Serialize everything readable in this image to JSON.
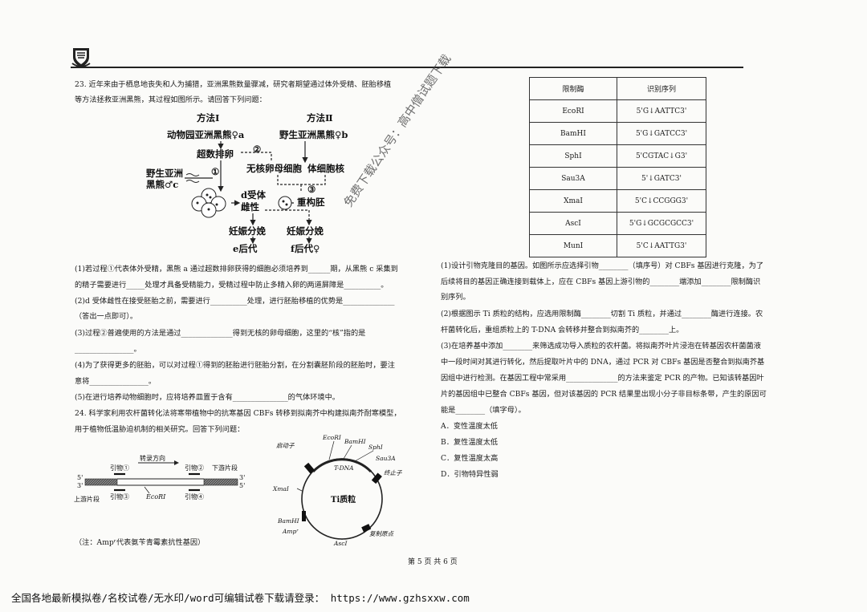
{
  "q23": {
    "stem1": "23. 近年来由于栖息地丧失和人为捕猎，亚洲黑熊数量骤减，研究者期望通过体外受精、胚胎移植",
    "stem2": "等方法拯救亚洲黑熊，其过程如图所示。请回答下列问题：",
    "fig": {
      "m1": "方法Ⅰ",
      "m2": "方法Ⅱ",
      "a": "动物园亚洲黑熊♀a",
      "b": "野生亚洲黑熊♀b",
      "sup": "超数排卵",
      "circle2": "②",
      "c1": "野生亚洲",
      "c2": "黑熊♂c",
      "circle1": "①",
      "enuc": "无核卵母细胞",
      "somatic": "体细胞核",
      "circle3": "③",
      "d1": "d受体",
      "d2": "雌性",
      "recon": "重构胚",
      "preg1": "妊娠分娩",
      "preg2": "妊娠分娩",
      "e": "e后代",
      "f": "f后代♀"
    },
    "p1a": "(1)若过程①代表体外受精，黑熊 a 通过超数排卵获得的细胞必须培养到______期，从黑熊 c 采集到",
    "p1b": "的精子需要进行_____处理才具备受精能力，受精过程中防止多精入卵的两道屏障是__________。",
    "p2a": "(2)d 受体雌性在接受胚胎之前，需要进行__________处理，进行胚胎移植的优势是______________",
    "p2b": "（答出一点即可）。",
    "p3a": "(3)过程②普遍使用的方法是通过______________得到无核的卵母细胞，这里的“核”指的是",
    "p3b": "________________。",
    "p4a": "(4)为了获得更多的胚胎，可以对过程①得到的胚胎进行胚胎分割，在分割囊胚阶段的胚胎时，要注",
    "p4b": "意将________________。",
    "p5": "(5)在进行培养动物细胞时，应将培养皿置于含有_______________的气体环境中。"
  },
  "q24": {
    "stem1": "24. 科学家利用农杆菌转化法将寒带植物中的抗寒基因 CBFs 转移到拟南芥中构建拟南芥耐寒模型，",
    "stem2": "用于植物低温胁迫机制的相关研究。回答下列问题：",
    "gene": {
      "dir": "转录方向",
      "pr1": "引物①",
      "pr2": "引物②",
      "pr3": "引物③",
      "pr4": "引物④",
      "up": "上游片段",
      "down": "下游片段",
      "ecor": "EcoRⅠ",
      "p5a": "5'",
      "p3a": "3'",
      "p3b": "3'",
      "p5b": "5'"
    },
    "plasmid": {
      "promoter": "启动子",
      "ecor": "EcoRⅠ",
      "bamh": "BamHⅠ",
      "sph": "SphⅠ",
      "sau": "Sau3A",
      "term": "终止子",
      "tdna": "T-DNA",
      "xma": "XmaⅠ",
      "name": "Ti质粒",
      "bamh2": "BamHⅠ",
      "amp": "Ampʳ",
      "asc": "AscⅠ",
      "ori": "复制原点"
    },
    "note": "（注：Ampʳ代表氨苄青霉素抗性基因）",
    "table": {
      "h1": "限制酶",
      "h2": "识别序列",
      "rows": [
        {
          "e": "EcoRⅠ",
          "s": "5'G↓AATTC3'"
        },
        {
          "e": "BamHⅠ",
          "s": "5'G↓GATCC3'"
        },
        {
          "e": "SphⅠ",
          "s": "5'CGTAC↓G3'"
        },
        {
          "e": "Sau3A",
          "s": "5'↓GATC3'"
        },
        {
          "e": "XmaⅠ",
          "s": "5'C↓CCGGG3'"
        },
        {
          "e": "AscⅠ",
          "s": "5'G↓GCGCGCC3'"
        },
        {
          "e": "MunⅠ",
          "s": "5'C↓AATTG3'"
        }
      ]
    },
    "p1a": "(1)设计引物克隆目的基因。如图所示应选择引物________（填序号）对 CBFs 基因进行克隆，为了",
    "p1b": "后续将目的基因正确连接到载体上，应在 CBFs 基因上游引物的________端添加________限制酶识",
    "p1c": "别序列。",
    "p2a": "(2)根据图示 Ti 质粒的结构，应选用限制酶________切割 Ti 质粒，并通过________酶进行连接。农",
    "p2b": "杆菌转化后，重组质粒上的 T-DNA 会转移并整合到拟南芥的________上。",
    "p3a": "(3)在培养基中添加________来筛选成功导入质粒的农杆菌。将拟南芥叶片浸泡在转基因农杆菌菌液",
    "p3b": "中一段时间对其进行转化，然后提取叶片中的 DNA，通过 PCR 对 CBFs 基因是否整合到拟南芥基",
    "p3c": "因组中进行检测。在基因工程中常采用______________的方法来鉴定 PCR 的产物。已知该转基因叶",
    "p3d": "片的基因组中已整合 CBFs 基因，但对该基因的 PCR 结果里出现小分子非目标条带，产生的原因可",
    "p3e": "能是________（填字母）。",
    "opts": [
      "A．变性温度太低",
      "B．复性温度太低",
      "C．复性温度太高",
      "D．引物特异性弱"
    ]
  },
  "page_no": "第 5 页 共 6 页",
  "watermark": "免费下载公众号：高中僧试题下载",
  "footer": "全国各地最新模拟卷/名校试卷/无水印/word可编辑试卷下载请登录： https://www.gzhsxxw.com"
}
